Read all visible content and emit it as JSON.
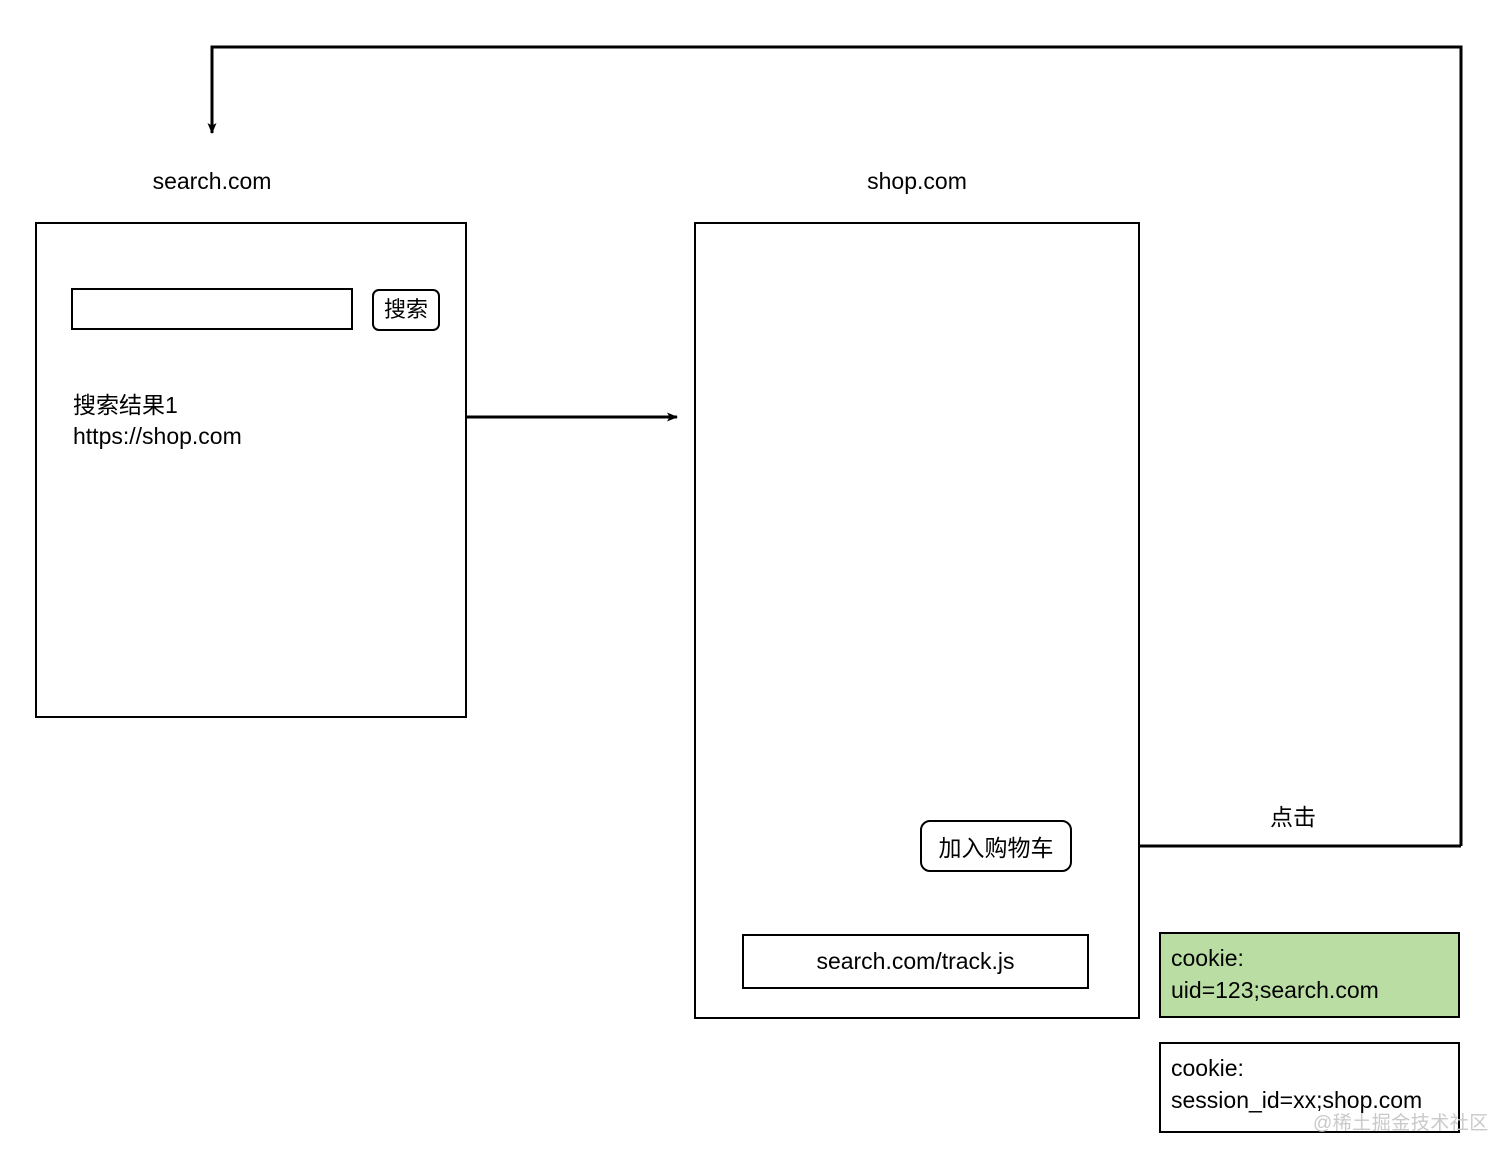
{
  "diagram": {
    "title": "third-party-cookie-tracking-flow",
    "background_color": "#ffffff",
    "stroke_color": "#000000",
    "highlight_color": "#b9dda3"
  },
  "search_site": {
    "label": "search.com",
    "search_input": {
      "value": "",
      "placeholder": ""
    },
    "search_button_label": "搜索",
    "result": {
      "title": "搜索结果1",
      "url": "https://shop.com"
    }
  },
  "shop_site": {
    "label": "shop.com",
    "add_to_cart_label": "加入购物车",
    "tracking_script": "search.com/track.js"
  },
  "cookies": [
    {
      "name": "cookie-search",
      "header": "cookie:",
      "value": "uid=123;search.com",
      "background": "#b9dda3"
    },
    {
      "name": "cookie-shop",
      "header": "cookie:",
      "value": "session_id=xx;shop.com",
      "background": "#ffffff"
    }
  ],
  "annotations": {
    "click_label": "点击"
  },
  "watermark": {
    "text": "@稀土掘金技术社区"
  }
}
